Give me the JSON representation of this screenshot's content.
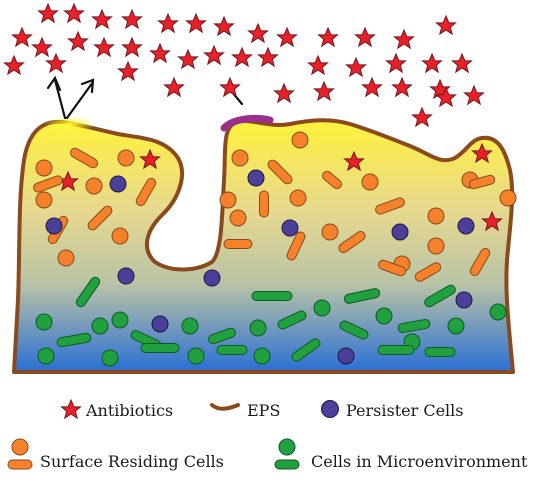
{
  "legend": {
    "antibiotics": "Antibiotics",
    "eps": "EPS",
    "persister": "Persister Cells",
    "surface": "Surface Residing Cells",
    "micro": "Cells in Microenvironment"
  },
  "colors": {
    "star": "#e8202a",
    "star_outline": "#7a1416",
    "eps": "#8a4a1e",
    "surface_cell": "#f5822a",
    "persister_cell": "#4b3f9a",
    "micro_cell": "#21a040",
    "gradient_top": "#f3e33a",
    "gradient_bottom": "#2f6fd0",
    "arrow": "#111111",
    "enzyme": "#9a2f8c"
  },
  "icons": [
    "antibiotic-star-icon",
    "eps-line-icon",
    "persister-cell-icon",
    "surface-cell-icon",
    "micro-cell-icon"
  ]
}
